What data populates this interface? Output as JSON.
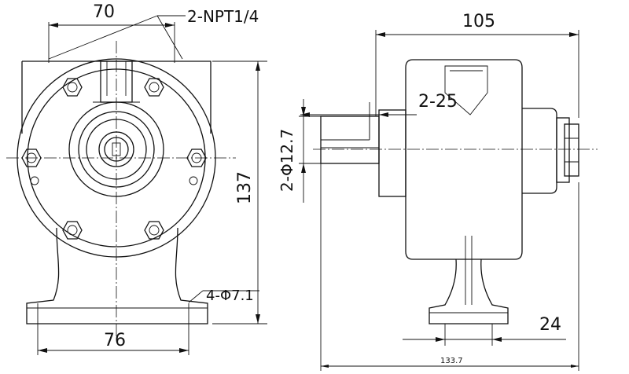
{
  "front_view": {
    "dim_top": "70",
    "port_callout": "2-NPT1/4",
    "dim_height": "137",
    "dim_base_width": "76",
    "hole_callout": "4-Φ7.1"
  },
  "side_view": {
    "dim_top": "105",
    "dim_shaft_length": "2-25",
    "dim_shaft_dia": "2-Φ12.7",
    "dim_base": "24",
    "dim_bottom": "133.7"
  }
}
